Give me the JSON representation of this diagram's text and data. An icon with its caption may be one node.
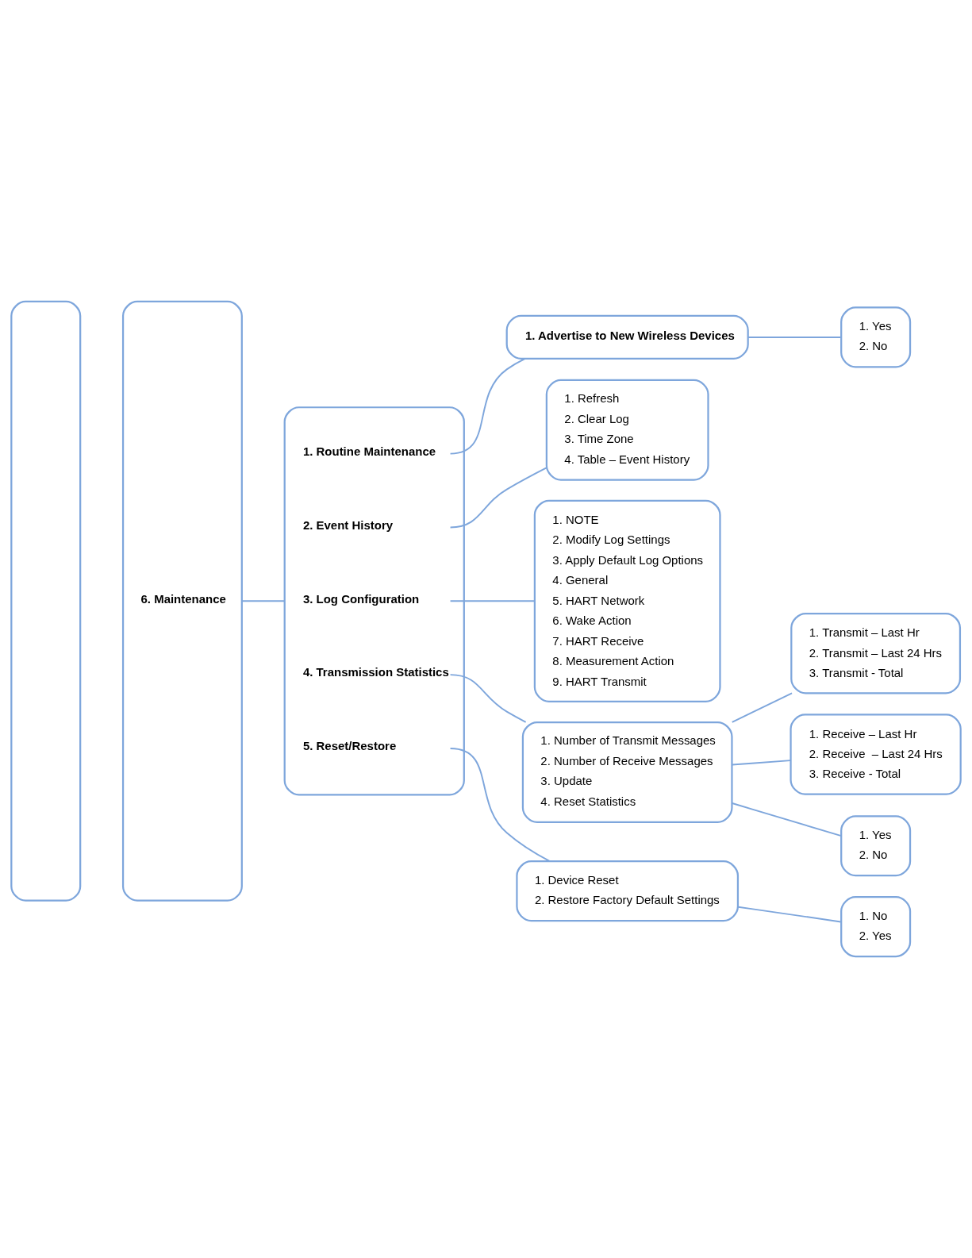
{
  "diagram": {
    "nodes": [
      {
        "text": [],
        "shape": "box"
      },
      {
        "text": [
          "6. Maintenance"
        ]
      },
      {
        "text": [
          "1. Routine Maintenance",
          "2. Event History",
          "3. Log Configuration",
          "4. Transmission Statistics",
          "5. Reset/Restore"
        ]
      },
      {
        "text": [
          "1. Advertise to New Wireless Devices"
        ]
      },
      {
        "text": [
          "1. Yes",
          "2. No"
        ]
      },
      {
        "text": [
          "1. Refresh",
          "2. Clear Log",
          "3. Time Zone",
          "4. Table – Event History"
        ]
      },
      {
        "text": [
          "1. NOTE",
          "2. Modify Log Settings",
          "3. Apply Default Log Options",
          "4. General",
          "5. HART Network",
          "6. Wake Action",
          "7. HART Receive",
          "8. Measurement Action",
          "9. HART Transmit"
        ]
      },
      {
        "text": [
          "1. Number of Transmit Messages",
          "2. Number of Receive Messages",
          "3. Update",
          "4. Reset Statistics"
        ]
      },
      {
        "text": [
          "1. Transmit – Last Hr",
          "2. Transmit – Last 24 Hrs",
          "3. Transmit - Total"
        ]
      },
      {
        "text": [
          "1. Receive – Last Hr",
          "2. Receive  – Last 24 Hrs",
          "3. Receive - Total"
        ]
      },
      {
        "text": [
          "1. Yes",
          "2. No"
        ]
      },
      {
        "text": [
          "1. Device Reset",
          "2. Restore Factory Default Settings"
        ]
      },
      {
        "text": [
          "1. No",
          "2. Yes"
        ]
      }
    ],
    "edges": [
      {
        "from": 1,
        "to": 2,
        "arrow": "none"
      },
      {
        "from": 2,
        "to": 3,
        "arrow": "none"
      },
      {
        "from": 3,
        "to": 4,
        "arrow": "none"
      },
      {
        "from": 2,
        "to": 5,
        "arrow": "none"
      },
      {
        "from": 2,
        "to": 6,
        "arrow": "none"
      },
      {
        "from": 2,
        "to": 7,
        "arrow": "none"
      },
      {
        "from": 7,
        "to": 8,
        "arrow": "none"
      },
      {
        "from": 7,
        "to": 9,
        "arrow": "none"
      },
      {
        "from": 7,
        "to": 10,
        "arrow": "none"
      },
      {
        "from": 2,
        "to": 11,
        "arrow": "none"
      },
      {
        "from": 11,
        "to": 12,
        "arrow": "none"
      }
    ]
  }
}
